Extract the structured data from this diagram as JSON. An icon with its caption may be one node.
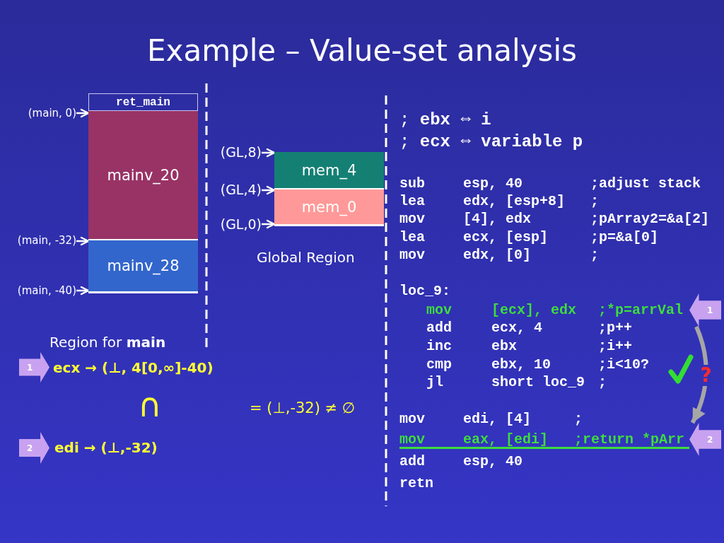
{
  "diagram": {
    "title": "Example – Value-set analysis",
    "nodes": [
      {
        "text": [
          "(main, 0)"
        ]
      },
      {
        "text": [
          "ret_main"
        ]
      },
      {
        "text": [
          "mainv_20"
        ]
      },
      {
        "text": [
          "(main, -32)"
        ]
      },
      {
        "text": [
          "mainv_28"
        ]
      },
      {
        "text": [
          "(main, -40)"
        ]
      },
      {
        "text": [
          "1"
        ]
      },
      {
        "text": [
          "2"
        ]
      },
      {
        "text": [
          "(GL,8)"
        ]
      },
      {
        "text": [
          "mem_4"
        ]
      },
      {
        "text": [
          "(GL,4)"
        ]
      },
      {
        "text": [
          "mem_0"
        ]
      },
      {
        "text": [
          "(GL,0)"
        ]
      },
      {
        "text": [
          "1"
        ]
      },
      {
        "text": [
          "2"
        ]
      }
    ],
    "edges": [
      {
        "from": 0,
        "to": 2,
        "arrow": "to"
      },
      {
        "from": 3,
        "to": 4,
        "arrow": "to"
      },
      {
        "from": 5,
        "to": 4,
        "arrow": "to"
      },
      {
        "from": 8,
        "to": 9,
        "arrow": "to"
      },
      {
        "from": 10,
        "to": 11,
        "arrow": "to"
      },
      {
        "from": 12,
        "to": 11,
        "arrow": "to"
      },
      {
        "from": 13,
        "to": 14,
        "arrow": "to",
        "label": "?",
        "style": "thick",
        "color": "#a6a6a6"
      }
    ],
    "labels": [
      "Global Region",
      "; **ebx ⇔ i**",
      "; **ecx ⇔ variable p**",
      "sub",
      "esp, 40",
      ";adjust stack",
      "lea",
      "edx, [esp+8]",
      ";",
      "mov",
      "[4], edx",
      ";pArray2=&a[2]",
      "lea",
      "ecx, [esp]",
      ";p=&a[0]",
      "mov",
      "edx, [0]",
      ";",
      "loc_9:",
      "mov",
      "[ecx], edx",
      ";*p=arrVal",
      "add",
      "ecx, 4",
      ";p++",
      "inc",
      "ebx",
      ";i++",
      "cmp",
      "ebx, 10",
      ";i<10?",
      "jl",
      "short loc_9",
      ";",
      "mov",
      "edi, [4]",
      ";",
      "mov",
      "eax, [edi]",
      ";return *pArr",
      "add",
      "esp, 40",
      "retn",
      "Region for **main**",
      "**ecx** → (⊥, 4[0,∞]-40)",
      "∩",
      "= (⊥,-32) ≠ ∅",
      "**edi** → (⊥,-32)"
    ]
  }
}
